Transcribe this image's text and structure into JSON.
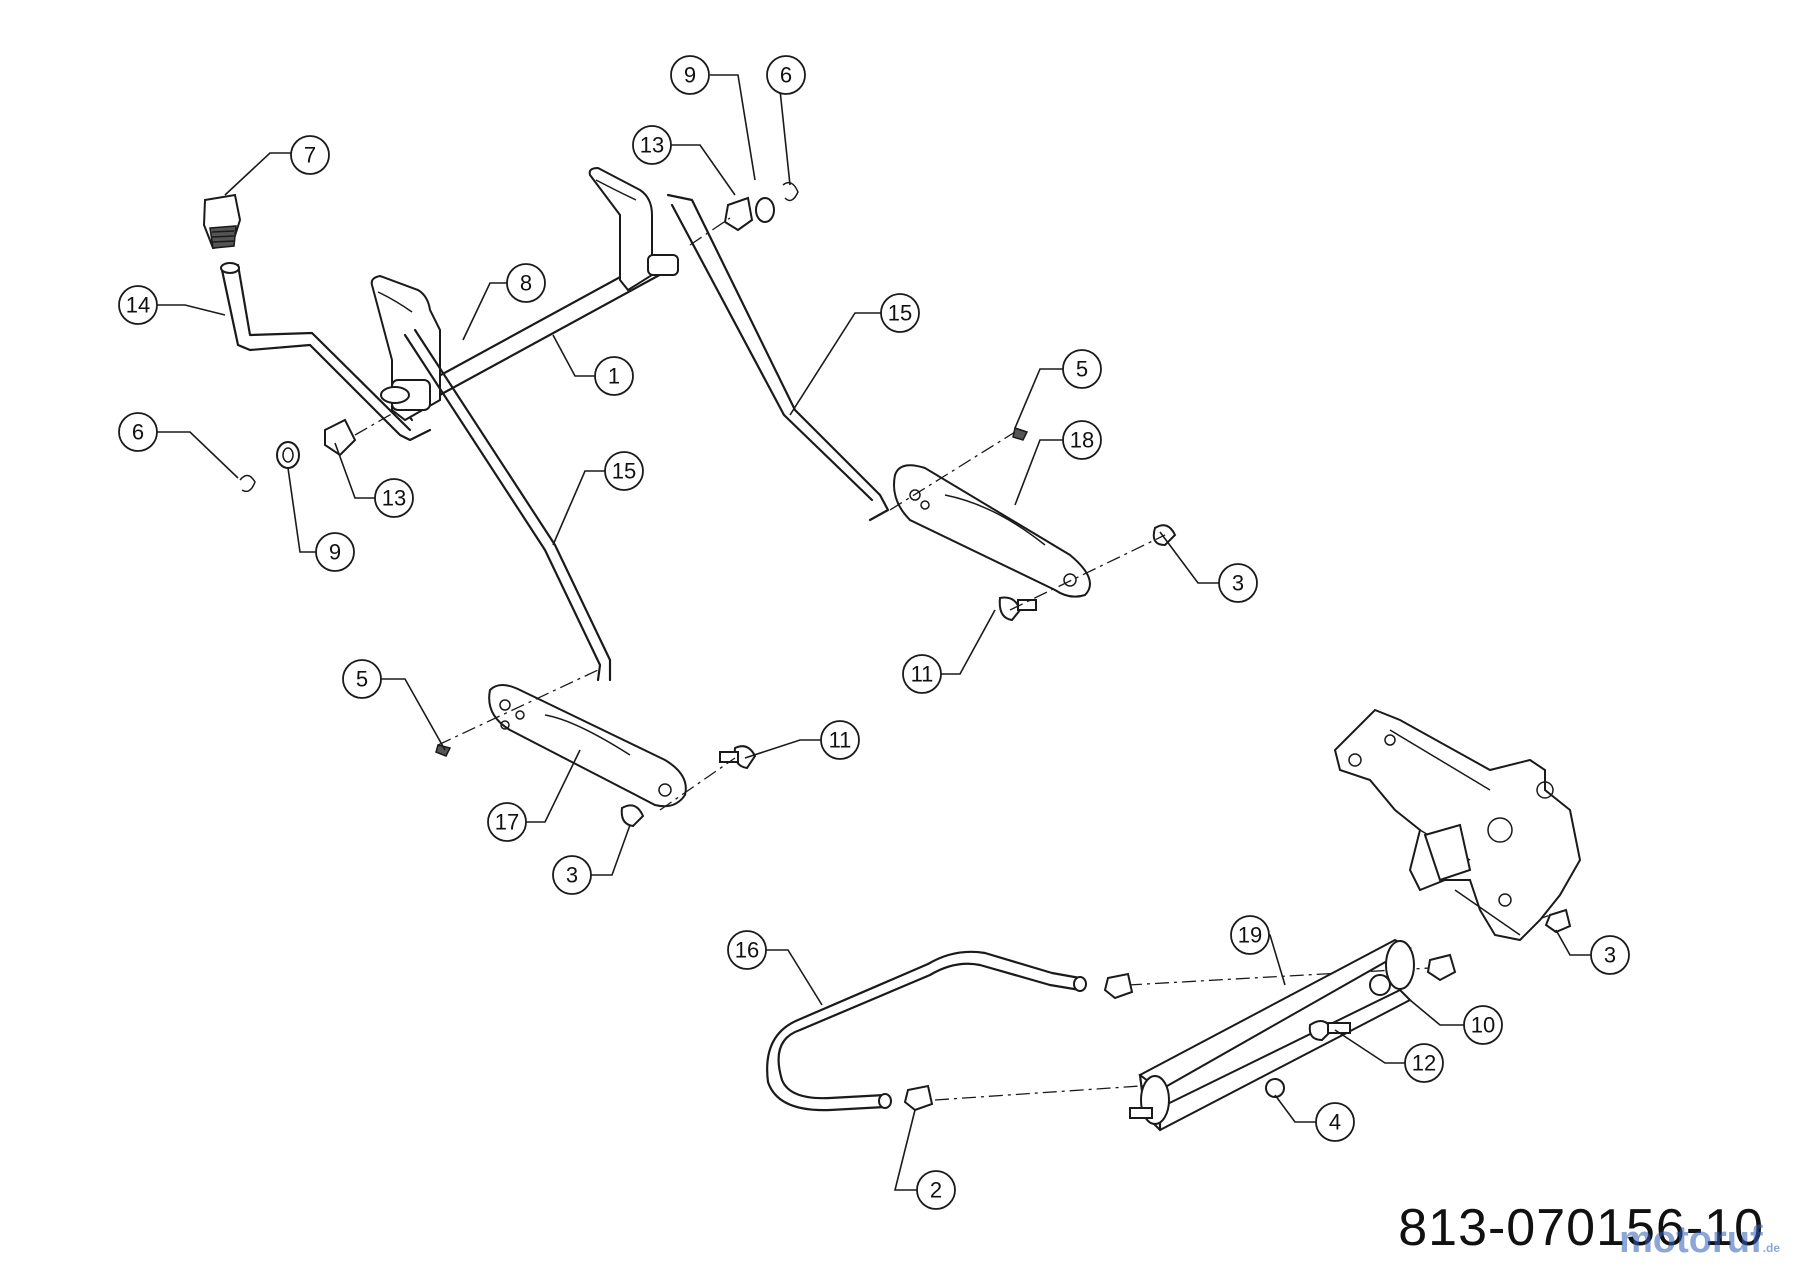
{
  "diagram": {
    "drawing_number": "813-070156-10",
    "watermark": {
      "brand": "motoruf",
      "tld": ".de"
    },
    "callouts": [
      "9",
      "6",
      "13",
      "7",
      "14",
      "8",
      "1",
      "15",
      "5",
      "18",
      "6",
      "13",
      "15",
      "9",
      "3",
      "11",
      "5",
      "11",
      "17",
      "3",
      "19",
      "16",
      "10",
      "12",
      "3",
      "4",
      "2"
    ]
  }
}
